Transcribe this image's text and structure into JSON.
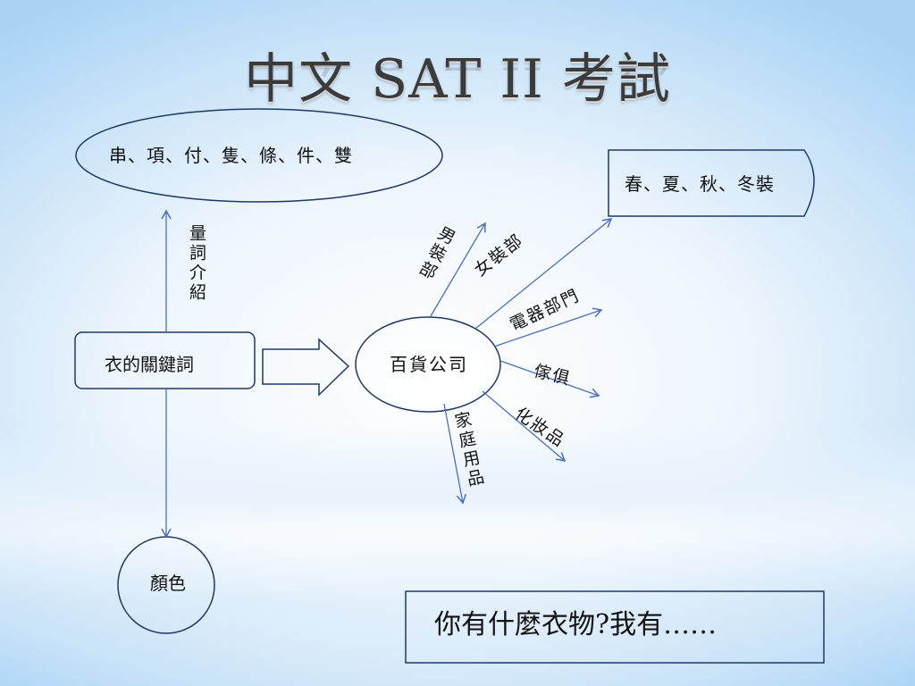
{
  "title": "中文 SAT II 考試",
  "nodes": {
    "measure_words": "串、項、付、隻、條、件、雙",
    "keywords": "衣的關鍵詞",
    "dept_store": "百貨公司",
    "color": "顏色",
    "seasons": "春、夏、秋、冬裝",
    "question": "你有什麼衣物?我有……"
  },
  "labels": {
    "measure_intro": "量詞介紹",
    "mens": "男裝部",
    "womens": "女裝部",
    "electrical": "電器部門",
    "furniture": "傢俱",
    "cosmetics": "化妝品",
    "household": "家庭用品"
  },
  "colors": {
    "line": "#1f3864",
    "arrow": "#4a6fc1"
  }
}
